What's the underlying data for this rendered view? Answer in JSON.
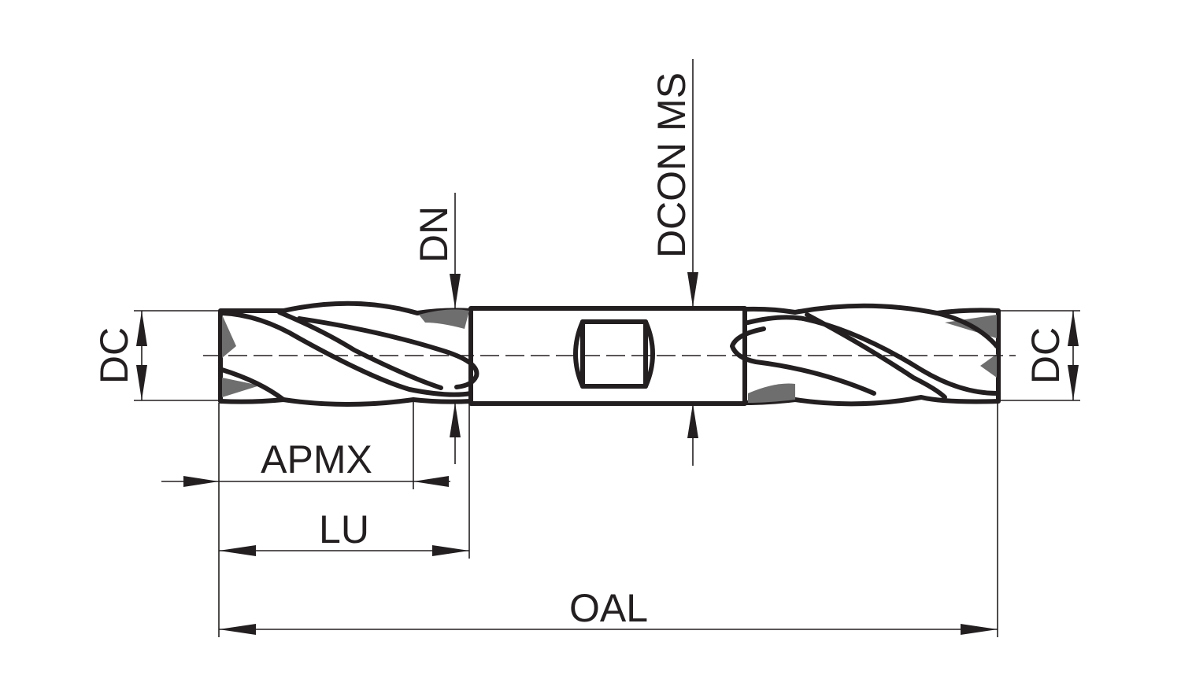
{
  "diagram": {
    "title": "Double-end end mill dimensions",
    "labels": {
      "dc_left": "DC",
      "dc_right": "DC",
      "dn": "DN",
      "dcon_ms": "DCON MS",
      "apmx": "APMX",
      "lu": "LU",
      "oal": "OAL"
    },
    "colors": {
      "line": "#231f20",
      "metal_dark": "#8c8c8c",
      "metal_light": "#ffffff",
      "flute_dark": "#6e6e6e"
    }
  }
}
